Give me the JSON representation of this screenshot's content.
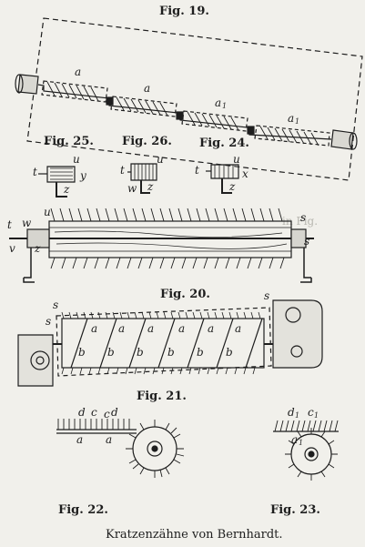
{
  "figures": {
    "fig19": "Fig. 19.",
    "fig25": "Fig. 25.",
    "fig26": "Fig. 26.",
    "fig24": "Fig. 24.",
    "fig20": "Fig. 20.",
    "fig21": "Fig. 21.",
    "fig22": "Fig. 22.",
    "fig23": "Fig. 23."
  },
  "caption": "Kratzenzähne von Bernhardt.",
  "labels": {
    "a": "a",
    "a1": "a",
    "sub1": "1",
    "t": "t",
    "u": "u",
    "y": "y",
    "z": "z",
    "w": "w",
    "x": "x",
    "v": "v",
    "s": "s",
    "b": "b",
    "c": "c",
    "d": "d"
  },
  "colors": {
    "paper": "#f1f0eb",
    "ink": "#1e1e1e",
    "bleed": "#b8b7b0"
  }
}
